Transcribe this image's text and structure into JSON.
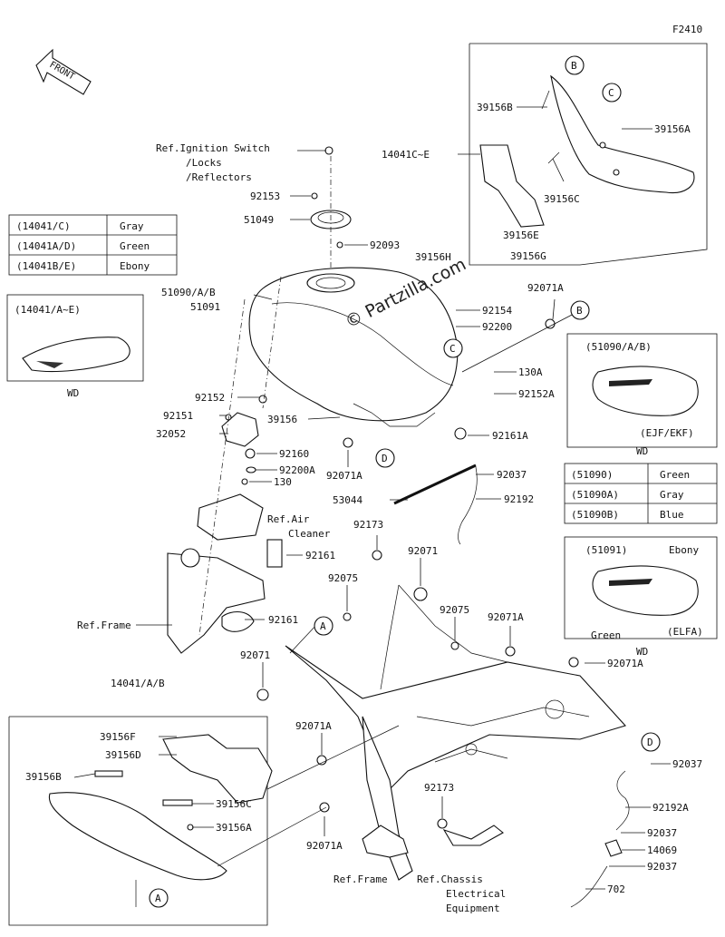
{
  "figure_code": "F2410",
  "front_label": "FRONT",
  "watermark": "© Partzilla.com",
  "color_table_1": [
    {
      "code": "(14041/C)",
      "color": "Gray"
    },
    {
      "code": "(14041A/D)",
      "color": "Green"
    },
    {
      "code": "(14041B/E)",
      "color": "Ebony"
    }
  ],
  "color_table_2": [
    {
      "code": "(51090)",
      "color": "Green"
    },
    {
      "code": "(51090A)",
      "color": "Gray"
    },
    {
      "code": "(51090B)",
      "color": "Blue"
    }
  ],
  "inset_cover": {
    "title": "(14041/A~E)",
    "caption": "WD"
  },
  "inset_tank_1": {
    "title": "(51090/A/B)",
    "variant": "(EJF/EKF)",
    "caption": "WD"
  },
  "inset_tank_2": {
    "title": "(51091)",
    "color_top": "Ebony",
    "color_bottom": "Green",
    "variant": "(ELFA)",
    "caption": "WD"
  },
  "callouts": {
    "A": "A",
    "B": "B",
    "C": "C",
    "D": "D"
  },
  "labels": {
    "ref_ignition": "Ref.Ignition Switch",
    "ref_locks": "/Locks",
    "ref_reflectors": "/Reflectors",
    "p92153": "92153",
    "p51049": "51049",
    "p92093": "92093",
    "p51090": "51090/A/B",
    "p51091": "51091",
    "p14041ce": "14041C~E",
    "p39156b": "39156B",
    "p39156a_top": "39156A",
    "p39156c_top": "39156C",
    "p39156e_top": "39156E",
    "p39156g": "39156G",
    "p39156h": "39156H",
    "p92071a_1": "92071A",
    "p92154": "92154",
    "p92200": "92200",
    "p130a": "130A",
    "p92152a": "92152A",
    "p92161a": "92161A",
    "p92152": "92152",
    "p92151": "92151",
    "p32052": "32052",
    "p39156": "39156",
    "p92160": "92160",
    "p92200a": "92200A",
    "p130": "130",
    "p92071a_2": "92071A",
    "p92037_1": "92037",
    "p53044": "53044",
    "p92192": "92192",
    "ref_air": "Ref.Air",
    "ref_air2": "Cleaner",
    "p92173_1": "92173",
    "p92071_1": "92071",
    "p92161_1": "92161",
    "p92075_1": "92075",
    "p92075_2": "92075",
    "p92071a_3": "92071A",
    "p92161_2": "92161",
    "ref_frame_1": "Ref.Frame",
    "p92071_2": "92071",
    "p92071a_4": "92071A",
    "p14041ab": "14041/A/B",
    "p39156f": "39156F",
    "p39156d": "39156D",
    "p39156b_2": "39156B",
    "p39156c_2": "39156C",
    "p39156a_2": "39156A",
    "p92071a_5": "92071A",
    "p92071a_6": "92071A",
    "p92173_2": "92173",
    "p92037_2": "92037",
    "p92192a": "92192A",
    "p92037_3": "92037",
    "p14069": "14069",
    "p92037_4": "92037",
    "p702": "702",
    "ref_frame_2": "Ref.Frame",
    "ref_chassis": "Ref.Chassis",
    "ref_elec": "Electrical",
    "ref_equip": "Equipment"
  }
}
